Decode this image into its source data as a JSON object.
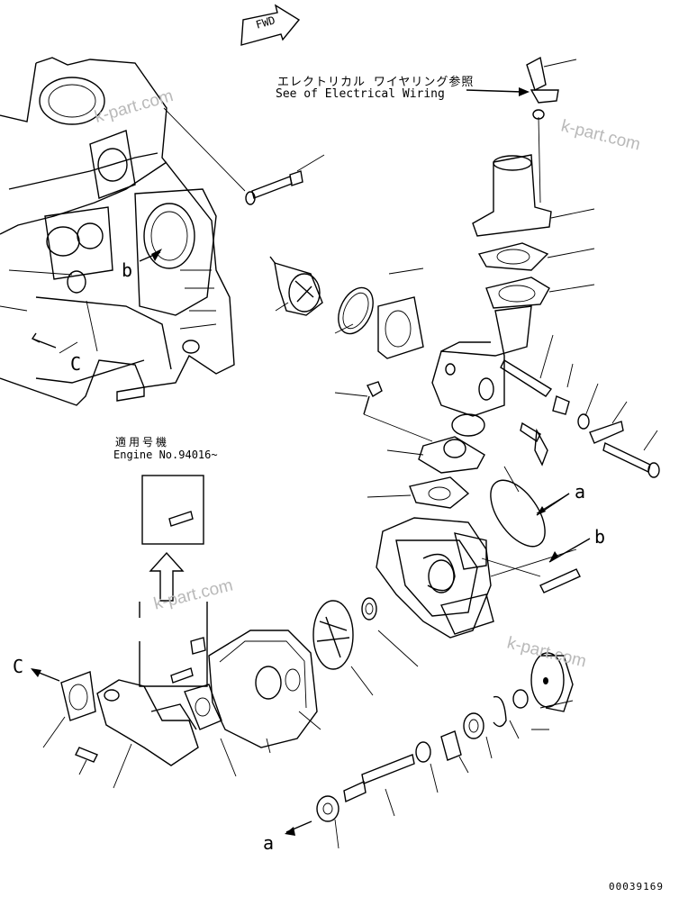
{
  "labels": {
    "fwd": "FWD",
    "elec_jp": "エレクトリカル ワイヤリング参照",
    "elec_en": "See of Electrical Wiring",
    "engine_jp": "適用号機",
    "engine_en": "Engine No.94016~",
    "ref_a_top": "a",
    "ref_b_right": "b",
    "ref_b_block": "b",
    "ref_c_block": "C",
    "ref_c_left": "C",
    "ref_a_bottom": "a",
    "doc_number": "00039169"
  },
  "watermark": {
    "text": "k-part.com",
    "color": "#b9b9b9"
  }
}
